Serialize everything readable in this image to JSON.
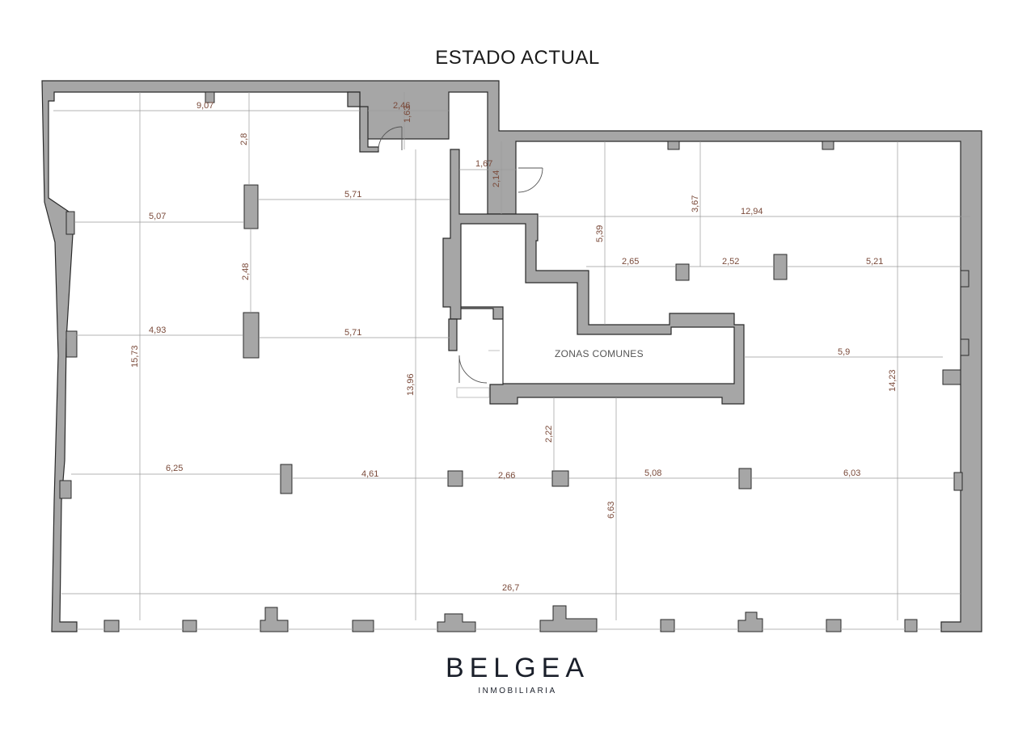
{
  "title": "ESTADO ACTUAL",
  "room_label": "ZONAS COMUNES",
  "brand": {
    "name": "BELGEA",
    "subtitle": "INMOBILIARIA"
  },
  "dimensions": {
    "top_left_width": "9,07",
    "stair_width": "2,46",
    "stair_depth": "1,63",
    "col_top_offset": "2,8",
    "col_row1_left": "5,07",
    "col_row1_right": "5,71",
    "col_gap_vertical": "2,48",
    "col_row2_left": "4,93",
    "col_row2_right": "5,71",
    "total_depth_left": "15,73",
    "mid_depth": "13,96",
    "entry_width": "1,67",
    "entry_depth": "2,14",
    "right_upper_depth": "5,39",
    "right_top_offset": "3,67",
    "right_wing_width": "12,94",
    "right_cols_a": "2,65",
    "right_cols_b": "2,52",
    "right_cols_c": "5,21",
    "right_side_gap": "5,9",
    "right_total_depth": "14,23",
    "core_gap": "2,22",
    "row3_a": "6,25",
    "row3_b": "4,61",
    "row3_c": "2,66",
    "row3_d": "5,08",
    "row3_e": "6,03",
    "front_depth": "6,63",
    "total_width": "26,7"
  },
  "colors": {
    "wall": "#a6a6a6",
    "wall_stroke": "#2a2a2a",
    "dim_line": "#9a9a9a",
    "dim_text": "#7a4a3a"
  }
}
